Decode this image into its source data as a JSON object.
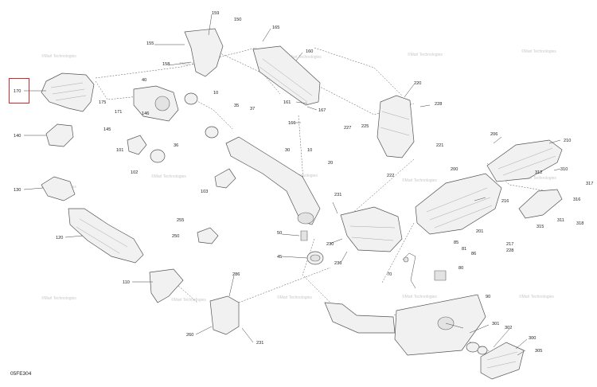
{
  "diagram": {
    "code": "05FE304",
    "highlight_color": "#d62828",
    "watermark": "©Marl Technologies",
    "callouts": [
      "159",
      "150",
      "155",
      "158",
      "165",
      "160",
      "170",
      "175",
      "171",
      "40",
      "10",
      "146",
      "145",
      "35",
      "37",
      "161",
      "167",
      "166",
      "140",
      "101",
      "36",
      "102",
      "30",
      "10",
      "220",
      "228",
      "227",
      "225",
      "221",
      "222",
      "206",
      "210",
      "130",
      "103",
      "20",
      "312",
      "310",
      "317",
      "200",
      "216",
      "316",
      "315",
      "311",
      "318",
      "231",
      "255",
      "250",
      "50",
      "201",
      "217",
      "228",
      "120",
      "230",
      "85",
      "81",
      "86",
      "45",
      "236",
      "80",
      "110",
      "286",
      "70",
      "90",
      "260",
      "231",
      "301",
      "302",
      "300",
      "305"
    ]
  }
}
